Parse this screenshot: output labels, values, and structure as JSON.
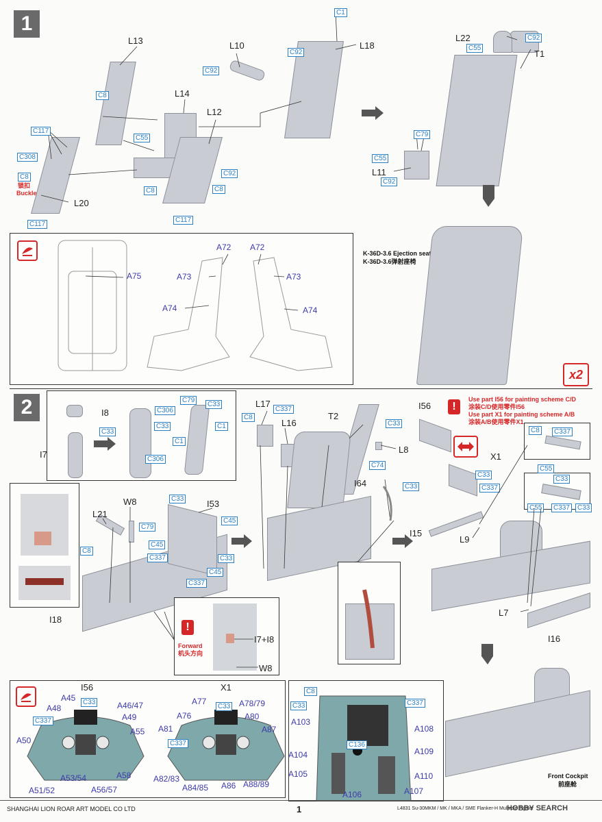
{
  "step1": {
    "number": "1",
    "labels": {
      "L13": "L13",
      "L10": "L10",
      "L18": "L18",
      "L14": "L14",
      "L12": "L12",
      "L20": "L20",
      "L22": "L22",
      "T1": "T1",
      "L11": "L11"
    },
    "c_codes": {
      "c1": "C1",
      "c92a": "C92",
      "c92b": "C92",
      "c8a": "C8",
      "c117a": "C117",
      "c308": "C308",
      "c8b": "C8",
      "c55a": "C55",
      "c92c": "C92",
      "c8c": "C8",
      "c8d": "C8",
      "c117b": "C117",
      "c117c": "C117",
      "c92d": "C92",
      "c55b": "C55",
      "c79": "C79",
      "c55c": "C55",
      "c92e": "C92"
    },
    "buckle_cn": "锁扣",
    "buckle_en": "Buckle",
    "detail_a": {
      "A75": "A75",
      "A72a": "A72",
      "A72b": "A72",
      "A73a": "A73",
      "A73b": "A73",
      "A74a": "A74",
      "A74b": "A74"
    },
    "seat_caption_en": "K-36D-3.6 Ejection seat",
    "seat_caption_cn": "K-36D-3.6弹射座椅",
    "multiplier": "x2"
  },
  "step2": {
    "number": "2",
    "labels": {
      "I8": "I8",
      "I7": "I7",
      "L17": "L17",
      "L16": "L16",
      "T2": "T2",
      "L8": "L8",
      "I56": "I56",
      "X1": "X1",
      "L21": "L21",
      "W8": "W8",
      "I53": "I53",
      "I64": "I64",
      "I15": "I15",
      "L9": "L9",
      "I18": "I18",
      "L7": "L7",
      "I16": "I16",
      "I7I8": "I7+I8",
      "W8b": "W8"
    },
    "c_codes": {
      "c306a": "C306",
      "c79a": "C79",
      "c33a": "C33",
      "c33b": "C33",
      "c1a": "C1",
      "c1b": "C1",
      "c33c": "C33",
      "c306b": "C306",
      "c8e": "C8",
      "c337a": "C337",
      "c33d": "C33",
      "c74": "C74",
      "c8f": "C8",
      "c337b": "C337",
      "c55d": "C55",
      "c33e": "C33",
      "c337c": "C337",
      "c337d": "C337",
      "c55e": "C55",
      "c33f": "C33",
      "c33g": "C33",
      "c79b": "C79",
      "c8g": "C8",
      "c33h": "C33",
      "c45a": "C45",
      "c45b": "C45",
      "c337e": "C337",
      "c33i": "C33",
      "c45c": "C45",
      "c337f": "C337",
      "c33j": "C33"
    },
    "scheme_note_en_1": "Use part I56 for painting scheme C/D",
    "scheme_note_cn_1": "涂装C/D使用零件I56",
    "scheme_note_en_2": "Use part X1 for painting scheme A/B",
    "scheme_note_cn_2": "涂装A/B使用零件X1",
    "forward_en": "Forward",
    "forward_cn": "机头方向",
    "front_cockpit_en": "Front Cockpit",
    "front_cockpit_cn": "前座舱"
  },
  "panels": {
    "I56_title": "I56",
    "X1_title": "X1",
    "left_a": {
      "A45": "A45",
      "A48": "A48",
      "A46_47": "A46/47",
      "A49": "A49",
      "A50": "A50",
      "A55": "A55",
      "A51_52": "A51/52",
      "A53_54": "A53/54",
      "A58": "A58",
      "A56_57": "A56/57"
    },
    "left_c": {
      "c33k": "C33",
      "c337g": "C337"
    },
    "mid_a": {
      "A77": "A77",
      "A78_79": "A78/79",
      "A76": "A76",
      "A80": "A80",
      "A81": "A81",
      "A87": "A87",
      "A82_83": "A82/83",
      "A84_85": "A84/85",
      "A86": "A86",
      "A88_89": "A88/89"
    },
    "mid_c": {
      "c33l": "C33",
      "c337h": "C337"
    },
    "right_a": {
      "A103": "A103",
      "A108": "A108",
      "A109": "A109",
      "A104": "A104",
      "A105": "A105",
      "A110": "A110",
      "A106": "A106",
      "A107": "A107"
    },
    "right_c": {
      "c8h": "C8",
      "c33m": "C33",
      "c337i": "C337",
      "c136": "C136"
    }
  },
  "footer": {
    "company": "SHANGHAI LION ROAR ART MODEL CO LTD",
    "page": "1",
    "product": "L4831 Su-30MKM / MK / MKA / SME Flanker-H Multirole Fighter",
    "watermark": "HOBBY SEARCH"
  },
  "colors": {
    "part": "#c9ccd2",
    "c_code": "#2a7ec2",
    "a_code": "#3d3aa8",
    "warning": "#d62728"
  }
}
